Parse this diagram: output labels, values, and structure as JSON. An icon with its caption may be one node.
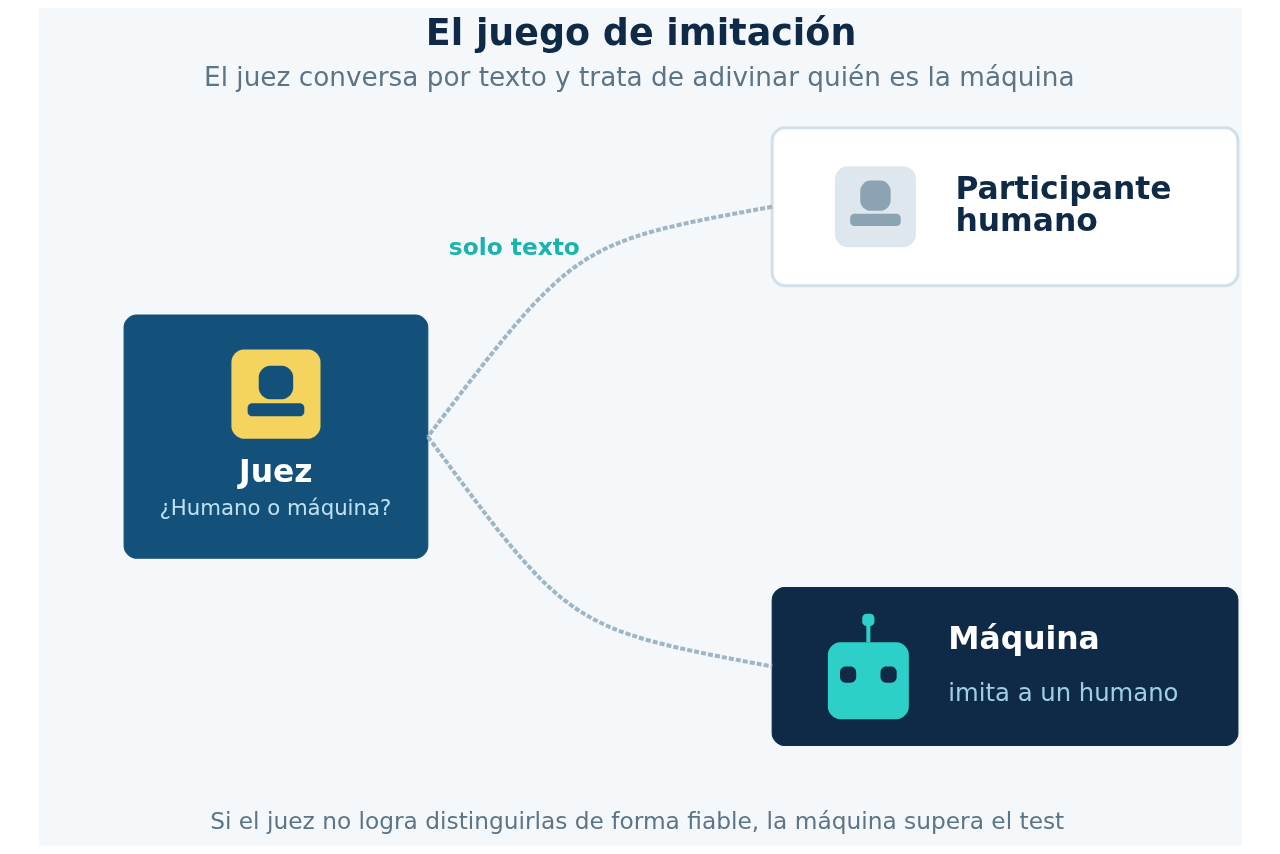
{
  "diagram": {
    "title": "El juego de imitación",
    "caption": "Si el juez no logra distinguirlas de forma fiable, la máquina supera el test",
    "nodes": [
      {
        "text": [
          "Juez",
          "¿Humano o máquina?"
        ]
      },
      {
        "text": [
          "Participante humano"
        ]
      },
      {
        "text": [
          "Máquina",
          "imita a un humano"
        ]
      }
    ],
    "edges": [
      {
        "from": 0,
        "to": 1,
        "arrow": "none",
        "label": "solo texto",
        "style": "dashed"
      },
      {
        "from": 0,
        "to": 2,
        "arrow": "none",
        "style": "dashed"
      }
    ],
    "labels": [
      "El juez conversa por texto y trata de adivinar quién es la máquina"
    ]
  }
}
